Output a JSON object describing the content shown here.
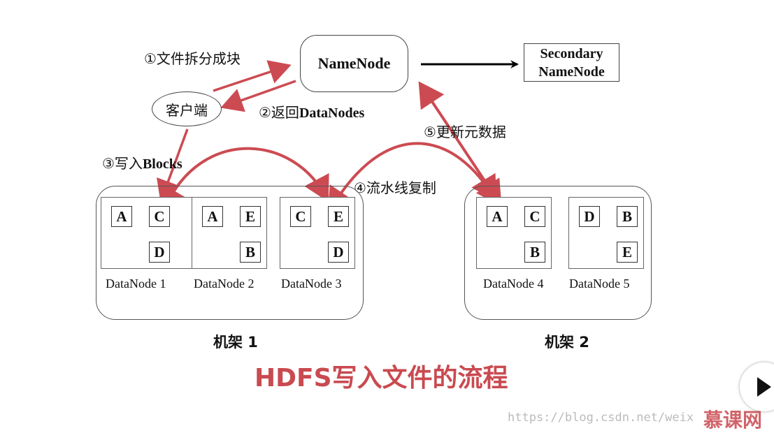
{
  "namenode": "NameNode",
  "secondary": {
    "line1": "Secondary",
    "line2": "NameNode"
  },
  "client": "客户端",
  "steps": {
    "s1": "①文件拆分成块",
    "s2_prefix": "②返回",
    "s2_bold": "DataNodes",
    "s3_prefix": "③写入",
    "s3_bold": "Blocks",
    "s4": "④流水线复制",
    "s5": "⑤更新元数据"
  },
  "racks": [
    {
      "label": "机架 1",
      "nodes": [
        {
          "name": "DataNode 1",
          "blocks": [
            "A",
            "C",
            "D"
          ]
        },
        {
          "name": "DataNode 2",
          "blocks": [
            "A",
            "E",
            "B"
          ]
        },
        {
          "name": "DataNode 3",
          "blocks": [
            "C",
            "E",
            "D"
          ]
        }
      ]
    },
    {
      "label": "机架 2",
      "nodes": [
        {
          "name": "DataNode 4",
          "blocks": [
            "A",
            "C",
            "B"
          ]
        },
        {
          "name": "DataNode 5",
          "blocks": [
            "D",
            "B",
            "E"
          ]
        }
      ]
    }
  ],
  "title": "HDFS写入文件的流程",
  "watermark": "https://blog.csdn.net/weix",
  "brand": "慕课网",
  "colors": {
    "arrow_red": "#cc4b52",
    "title_red": "#c94a50",
    "arrow_black": "#000000"
  }
}
